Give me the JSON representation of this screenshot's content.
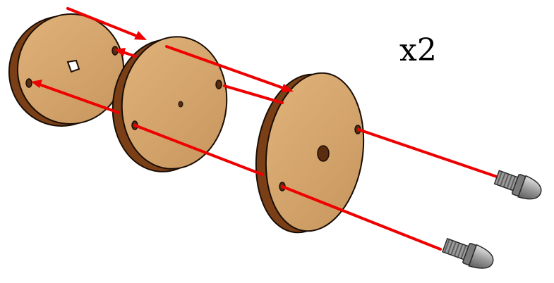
{
  "diagram": {
    "quantity_label": "x2",
    "parts": [
      "disc-small-keyed",
      "disc-medium",
      "disc-large",
      "screw",
      "screw"
    ],
    "colors": {
      "disc_face": "#d2a36b",
      "disc_edge": "#7a3f16",
      "arrow": "#ee0000",
      "outline": "#1a0d05",
      "screw": "#b8b8b8"
    }
  }
}
